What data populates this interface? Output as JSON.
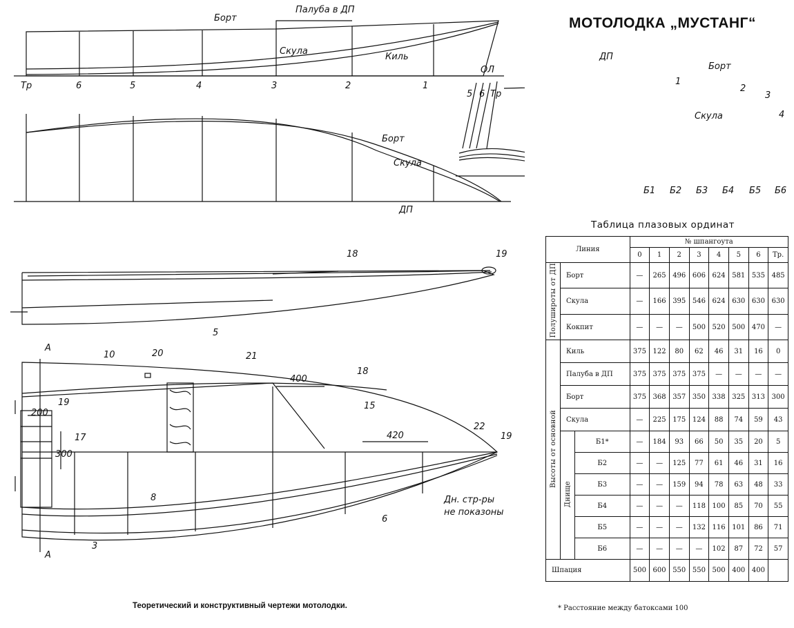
{
  "title": "МОТОЛОДКА „МУСТАНГ“",
  "caption": "Теоретический и конструктивный чертежи мотолодки.",
  "profile_view": {
    "labels": {
      "bort": "Борт",
      "paluba": "Палуба в ДП",
      "skula": "Скула",
      "kil": "Киль",
      "ol": "ОЛ"
    },
    "stations": [
      "Тр",
      "6",
      "5",
      "4",
      "3",
      "2",
      "1"
    ]
  },
  "plan_view": {
    "bort": "Борт",
    "skula": "Скула",
    "dp": "ДП"
  },
  "body_view": {
    "dp": "ДП",
    "bort": "Борт",
    "skula": "Скула",
    "stations_right": [
      "1",
      "2",
      "3",
      "4"
    ],
    "stations_left": [
      "5",
      "6",
      "Тр"
    ],
    "buttocks": [
      "Б1",
      "Б2",
      "Б3",
      "Б4",
      "Б5",
      "Б6"
    ]
  },
  "side_view": {
    "parts": [
      "18",
      "19",
      "5"
    ]
  },
  "structure_view": {
    "section_mark": "А",
    "parts": [
      "10",
      "20",
      "21",
      "18",
      "15",
      "19",
      "17",
      "22",
      "19",
      "8",
      "6",
      "3"
    ],
    "dims": [
      "400",
      "200",
      "300",
      "420"
    ],
    "note_line1": "Дн. стр-ры",
    "note_line2": "не показоны"
  },
  "table": {
    "title": "Таблица плазовых ординат",
    "col_line": "Линия",
    "col_frame": "№ шпангоута",
    "frames": [
      "0",
      "1",
      "2",
      "3",
      "4",
      "5",
      "6",
      "Тр."
    ],
    "group_half": "Полушироты от ДП",
    "group_heights": "Высоты от основной",
    "subgroup_bottom": "Днище",
    "half_rows": [
      {
        "name": "Борт",
        "values": [
          "—",
          "265",
          "496",
          "606",
          "624",
          "581",
          "535",
          "485"
        ]
      },
      {
        "name": "Скула",
        "values": [
          "—",
          "166",
          "395",
          "546",
          "624",
          "630",
          "630",
          "630"
        ]
      },
      {
        "name": "Кокпит",
        "values": [
          "—",
          "—",
          "—",
          "500",
          "520",
          "500",
          "470",
          "—"
        ]
      }
    ],
    "height_rows": [
      {
        "name": "Киль",
        "values": [
          "375",
          "122",
          "80",
          "62",
          "46",
          "31",
          "16",
          "0"
        ]
      },
      {
        "name": "Палуба в ДП",
        "values": [
          "375",
          "375",
          "375",
          "375",
          "—",
          "—",
          "—",
          "—"
        ]
      },
      {
        "name": "Борт",
        "values": [
          "375",
          "368",
          "357",
          "350",
          "338",
          "325",
          "313",
          "300"
        ]
      },
      {
        "name": "Скула",
        "values": [
          "—",
          "225",
          "175",
          "124",
          "88",
          "74",
          "59",
          "43"
        ]
      }
    ],
    "bottom_rows": [
      {
        "name": "Б1*",
        "values": [
          "—",
          "184",
          "93",
          "66",
          "50",
          "35",
          "20",
          "5"
        ]
      },
      {
        "name": "Б2",
        "values": [
          "—",
          "—",
          "125",
          "77",
          "61",
          "46",
          "31",
          "16"
        ]
      },
      {
        "name": "Б3",
        "values": [
          "—",
          "—",
          "159",
          "94",
          "78",
          "63",
          "48",
          "33"
        ]
      },
      {
        "name": "Б4",
        "values": [
          "—",
          "—",
          "—",
          "118",
          "100",
          "85",
          "70",
          "55"
        ]
      },
      {
        "name": "Б5",
        "values": [
          "—",
          "—",
          "—",
          "132",
          "116",
          "101",
          "86",
          "71"
        ]
      },
      {
        "name": "Б6",
        "values": [
          "—",
          "—",
          "—",
          "—",
          "102",
          "87",
          "72",
          "57"
        ]
      }
    ],
    "spacing": {
      "name": "Шпация",
      "values": [
        "500",
        "600",
        "550",
        "550",
        "500",
        "400",
        "400"
      ]
    },
    "footnote": "* Расстояние между батоксами 100"
  }
}
